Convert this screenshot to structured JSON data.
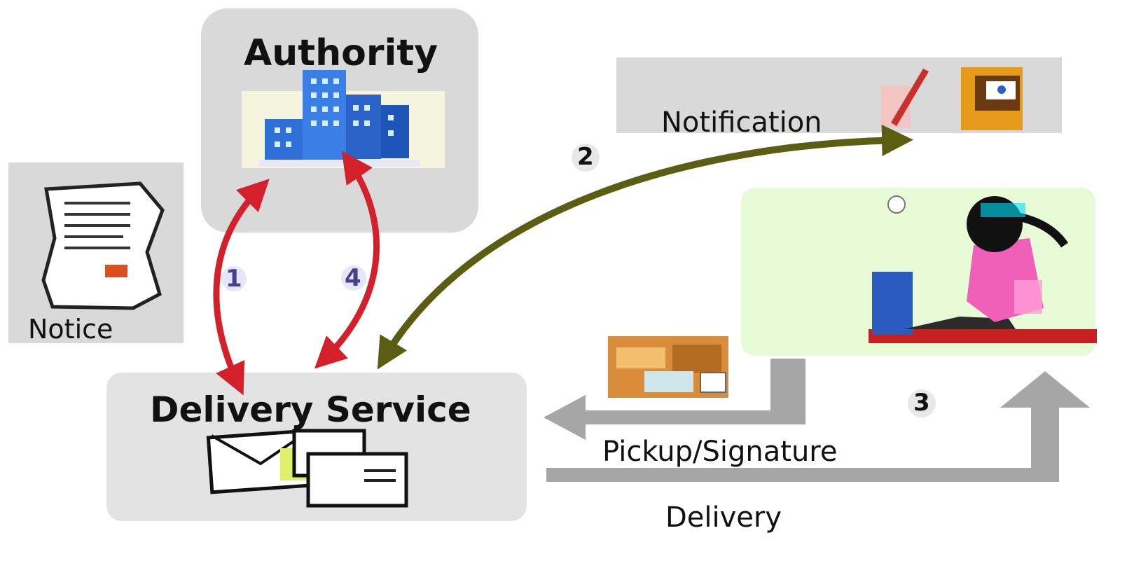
{
  "labels": {
    "authority": "Authority",
    "notification": "Notification",
    "notice": "Notice",
    "delivery_service": "Delivery Service",
    "pickup_signature": "Pickup/Signature",
    "delivery": "Delivery"
  },
  "steps": {
    "s1": "1",
    "s2": "2",
    "s3": "3",
    "s4": "4"
  },
  "colors": {
    "box_gray": "#d9d9d9",
    "arrow_red": "#d4202a",
    "arrow_olive": "#5b5e12",
    "flow_gray": "#a6a6a6",
    "building_blue": "#2f6fd8",
    "recipient_panel": "#e6fbd6"
  },
  "icons": {
    "authority": "office-building-icon",
    "notice": "document-notice-icon",
    "notification": [
      "pen-icon",
      "mailbox-icon"
    ],
    "delivery_service": "envelopes-icon",
    "recipient": "person-at-computer-icon",
    "pickup": "card-icon"
  }
}
